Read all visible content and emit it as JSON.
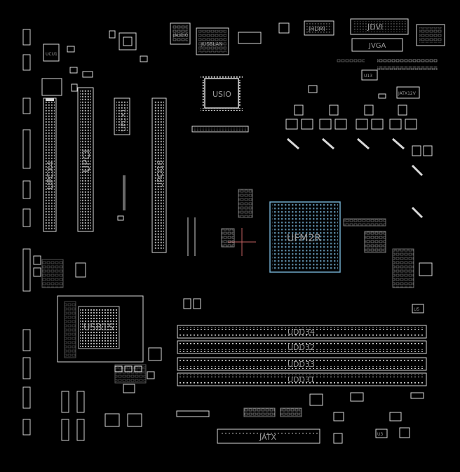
{
  "colors": {
    "background": "#000000",
    "outline": "#d8d8d8",
    "pad": "#cfcfcf",
    "label": "#9a9a9a",
    "cpu_grid": "#6fa8c8",
    "marker": "#c06060"
  },
  "components": {
    "upcx4": "UPCX4",
    "upci": "UPCI",
    "upcx1": "UPCX1",
    "upci16": "UPCI16",
    "usio": "USIO",
    "ufm2r": "UFM2R",
    "usb1s": "USB1S",
    "udd34": "UDD34",
    "udd32": "UDD32",
    "udd33": "UDD33",
    "udd31": "UDD31",
    "jatx": "JATX",
    "jaudio": "JAUDIO",
    "jusblan": "JUSBLAN",
    "jhdmi": "JHDMI",
    "jdvi": "JDVI",
    "jvga": "JVGA",
    "jatx12v": "JATX12V",
    "ucu1": "UCU1",
    "u13": "U13",
    "u5": "U5",
    "u3": "U3"
  }
}
